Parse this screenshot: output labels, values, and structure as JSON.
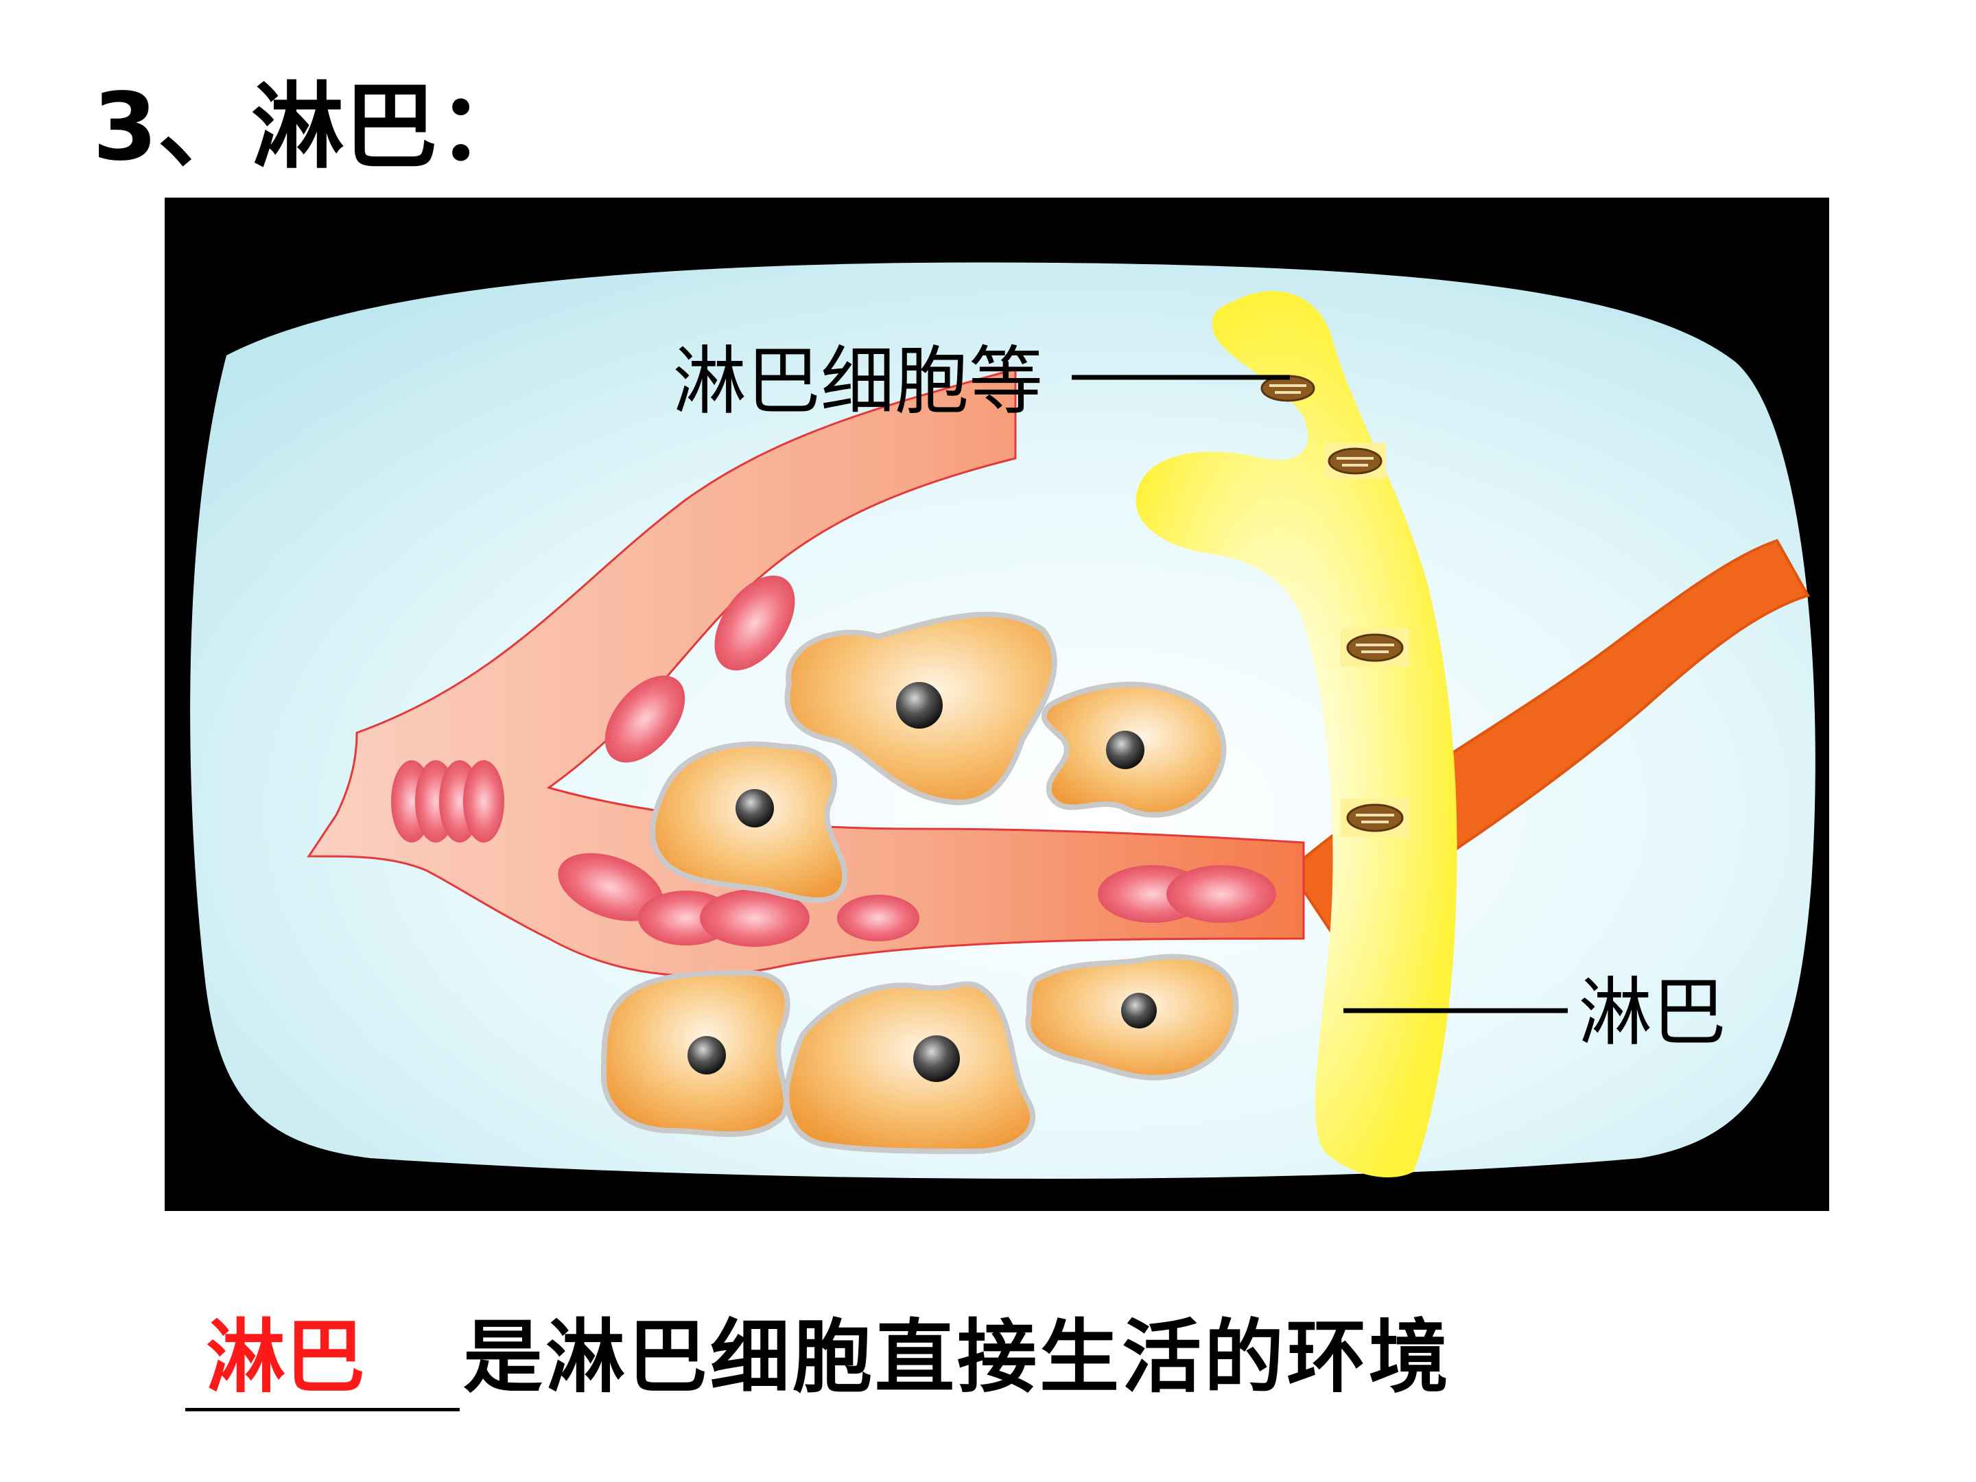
{
  "slide": {
    "title": "3、淋巴："
  },
  "diagram": {
    "labels": {
      "lymphocytes": "淋巴细胞等",
      "lymph": "淋巴"
    },
    "colors": {
      "frame": "#000000",
      "tissue_fluid": "#cdeef4",
      "lymph_vessel": "#fff35a",
      "blood_vessel": "#f7a98a",
      "red_blood_cell": "#f06a7a",
      "tissue_cell": "#f5ad52",
      "artery_branch": "#f0671c"
    }
  },
  "statement": {
    "answer": "淋巴",
    "text": "是淋巴细胞直接生活的环境"
  }
}
